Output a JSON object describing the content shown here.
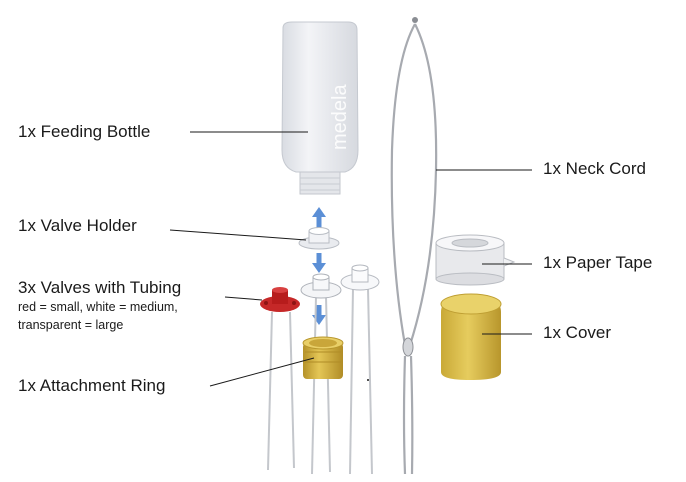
{
  "labels": {
    "feeding_bottle": "1x Feeding Bottle",
    "valve_holder": "1x Valve Holder",
    "valves": "3x Valves with Tubing",
    "valves_note_line1": "red = small, white = medium,",
    "valves_note_line2": "transparent = large",
    "attachment_ring": "1x Attachment Ring",
    "neck_cord": "1x Neck Cord",
    "paper_tape": "1x Paper Tape",
    "cover": "1x Cover"
  },
  "bottle_brand": "medela",
  "colors": {
    "red_valve": "#c62828",
    "attachment_ring": "#d4b23c",
    "cover": "#d8bb45",
    "arrows": "#5b8fd6",
    "bottle": "#eceef2"
  }
}
